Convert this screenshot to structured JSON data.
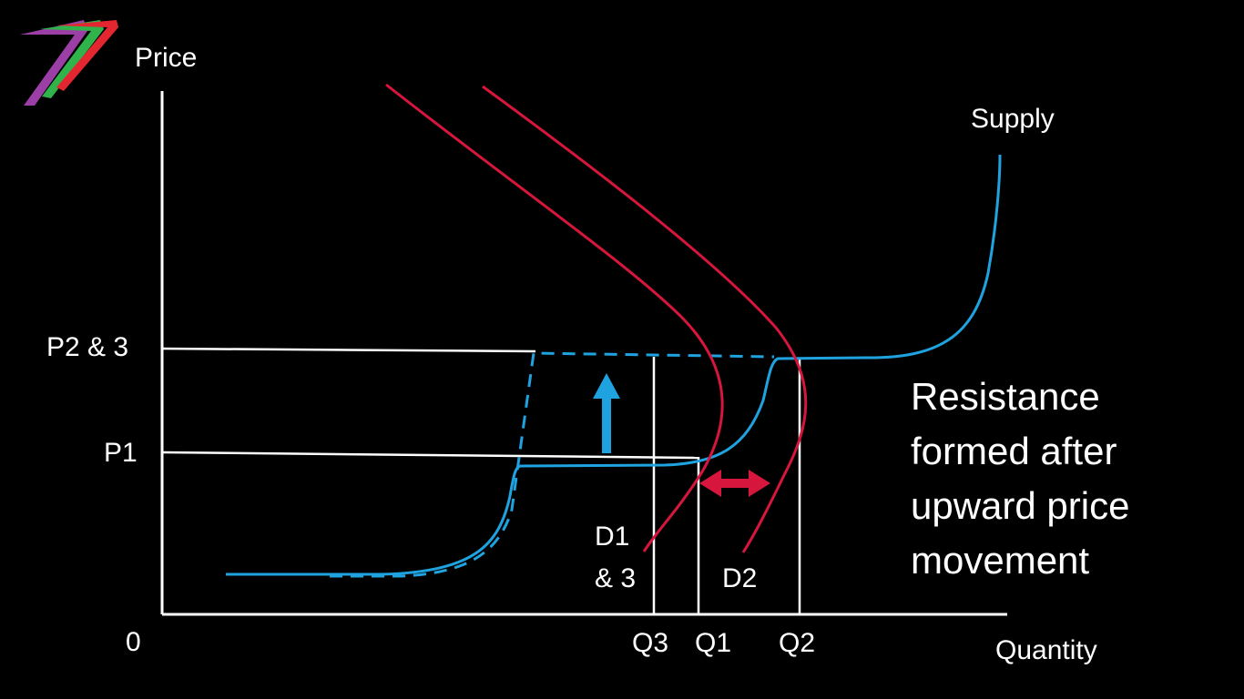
{
  "diagram": {
    "colors": {
      "background": "#000000",
      "axes": "#ffffff",
      "supply": "#1fa3e0",
      "demand": "#d6163c",
      "arrow_up": "#1fa3e0",
      "arrow_double": "#d6163c",
      "logo_purple": "#9b3fa6",
      "logo_green": "#2fb34a",
      "logo_red": "#e3262f"
    },
    "axes": {
      "y_label": "Price",
      "x_label": "Quantity",
      "origin_label": "0"
    },
    "price_labels": {
      "p2_3": "P2 & 3",
      "p1": "P1"
    },
    "quantity_labels": {
      "q3": "Q3",
      "q1": "Q1",
      "q2": "Q2"
    },
    "curve_labels": {
      "supply": "Supply",
      "d1_line1": "D1",
      "d1_line2": "& 3",
      "d2": "D2"
    },
    "annotation": {
      "line1": "Resistance",
      "line2": "formed after",
      "line3": "upward price",
      "line4": "movement"
    },
    "logo": {
      "icon": "stylized-seven-logo"
    }
  }
}
